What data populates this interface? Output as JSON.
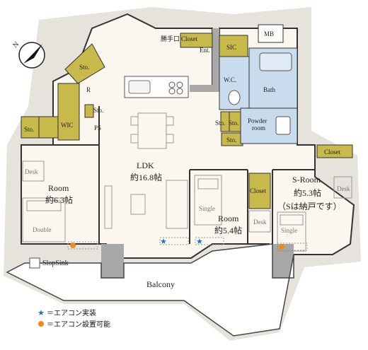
{
  "colors": {
    "room_floor": "#fbf7ee",
    "wall": "#a8a8a8",
    "storage": "#c7b94a",
    "wet_area": "#c9dced",
    "outside": "#e6e2dc",
    "star": "#1f6fd0",
    "dot": "#f08a1a"
  },
  "compass": {
    "letter": "N"
  },
  "rooms": {
    "ldk_name": "LDK",
    "ldk_size": "約16.8帖",
    "room1_name": "Room",
    "room1_size": "約6.3帖",
    "room2_name": "Room",
    "room2_size": "約5.4帖",
    "sroom_name": "S-Room",
    "sroom_size": "約5.3帖",
    "sroom_note": "（Sは納戸です）"
  },
  "labels": {
    "sto_top": "Sto.",
    "wic": "WIC",
    "sto_left": "Sto.",
    "r": "R",
    "sto_mid": "Sto.",
    "ps": "PS",
    "katteguchi": "勝手口",
    "closet_top": "Closet",
    "ent": "Ent.",
    "sic": "SIC",
    "mb": "MB",
    "wc": "W.C.",
    "bath": "Bath",
    "sto_wc1": "Sto.",
    "sto_wc2": "Sto.",
    "powder": "Powder",
    "powder2": "room",
    "sto_bottom": "Sto.",
    "closet_sroom": "Closet",
    "closet_room2": "Closet",
    "desk1": "Desk",
    "desk2": "Desk",
    "desk3": "Desk",
    "double": "Double",
    "single1": "Single",
    "single2": "Single",
    "slopsink": "SlopSink",
    "balcony": "Balcony"
  },
  "legend": {
    "star_text": "＝エアコン実装",
    "dot_text": "＝エアコン設置可能"
  }
}
